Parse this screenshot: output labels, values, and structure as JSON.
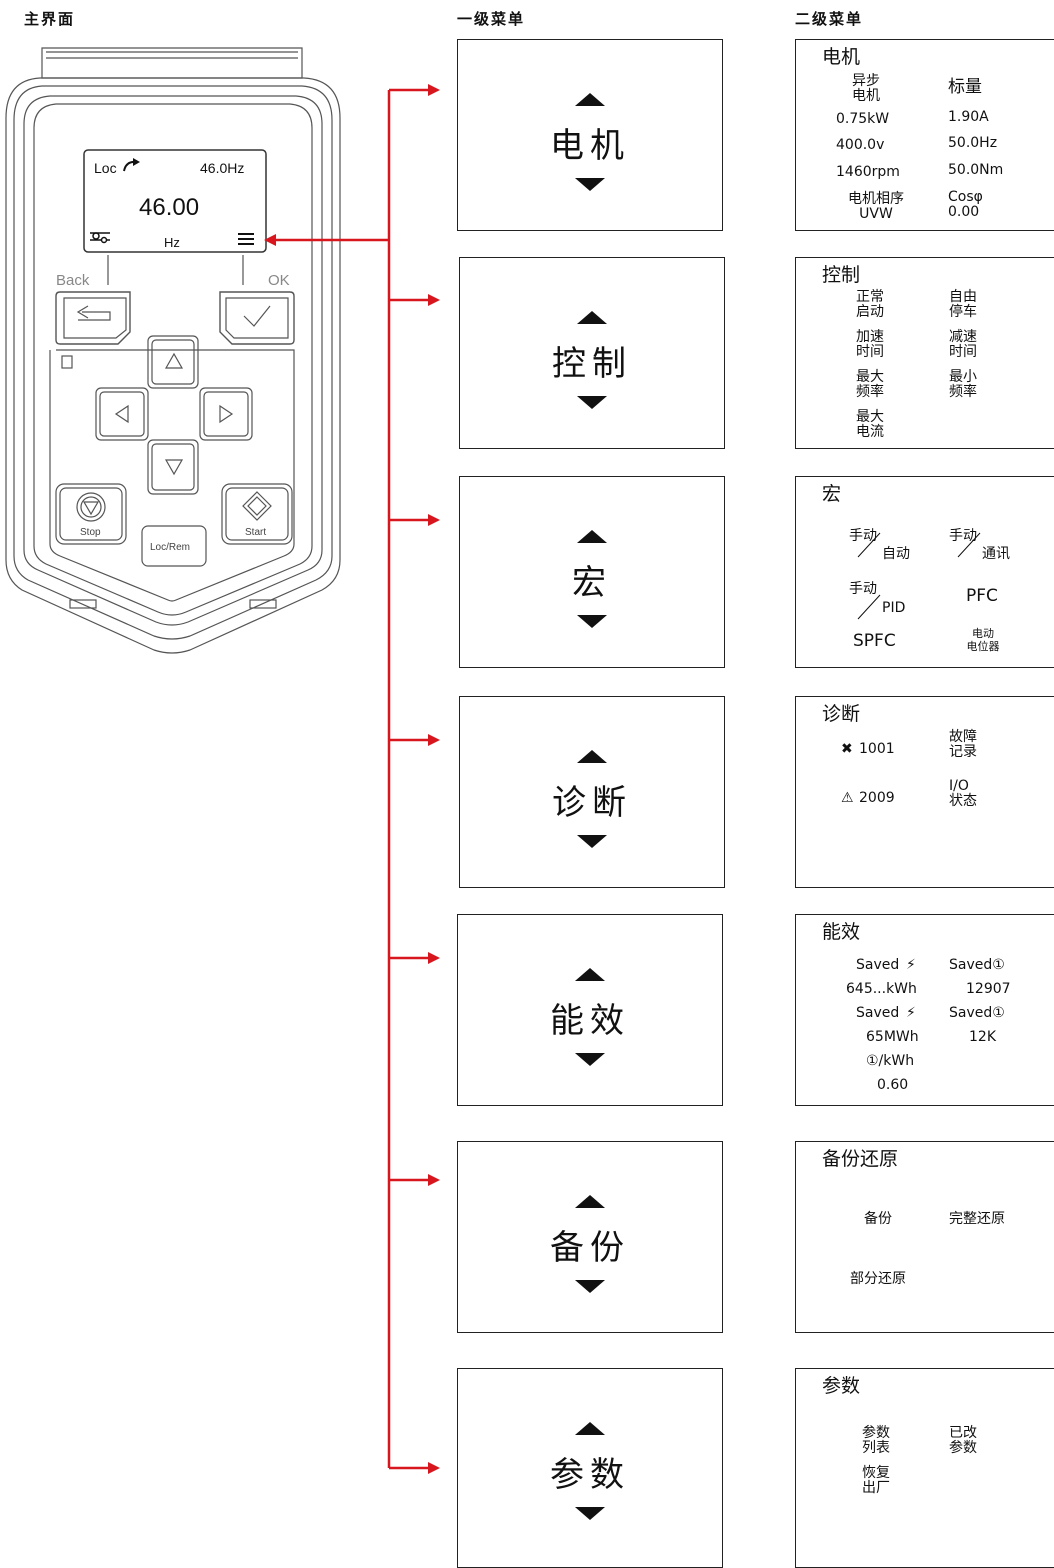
{
  "headers": {
    "main": "主界面",
    "level1": "一级菜单",
    "level2": "二级菜单"
  },
  "panel": {
    "loc": "Loc",
    "freq": "46.0Hz",
    "value": "46.00",
    "unit": "Hz",
    "back": "Back",
    "ok": "OK",
    "stop": "Stop",
    "locrem": "Loc/Rem",
    "start": "Start"
  },
  "level1": [
    {
      "label": "电机"
    },
    {
      "label": "控制"
    },
    {
      "label": "宏"
    },
    {
      "label": "诊断"
    },
    {
      "label": "能效"
    },
    {
      "label": "备份"
    },
    {
      "label": "参数"
    }
  ],
  "level2": {
    "motor": {
      "title": "电机",
      "items": [
        "异步\n电机",
        "标量",
        "0.75kW",
        "1.90A",
        "400.0v",
        "50.0Hz",
        "1460rpm",
        "50.0Nm",
        "电机相序\nUVW",
        "Cosφ\n0.00"
      ]
    },
    "control": {
      "title": "控制",
      "items": [
        "正常\n启动",
        "自由\n停车",
        "加速\n时间",
        "减速\n时间",
        "最大\n频率",
        "最小\n频率",
        "最大\n电流"
      ]
    },
    "macro": {
      "title": "宏",
      "items": [
        "手动",
        "自动",
        "手动",
        "通讯",
        "手动",
        "PID",
        "PFC",
        "SPFC",
        "电动\n电位器"
      ]
    },
    "diag": {
      "title": "诊断",
      "items": [
        "1001",
        "故障\n记录",
        "2009",
        "I/O\n状态"
      ]
    },
    "energy": {
      "title": "能效",
      "items": [
        "Saved",
        "Saved①",
        "645...kWh",
        "12907",
        "Saved",
        "Saved①",
        "65MWh",
        "12K",
        "①/kWh",
        "0.60"
      ]
    },
    "backup": {
      "title": "备份还原",
      "items": [
        "备份",
        "完整还原",
        "部分还原"
      ]
    },
    "params": {
      "title": "参数",
      "items": [
        "参数\n列表",
        "已改\n参数",
        "恢复\n出厂"
      ]
    }
  },
  "colors": {
    "arrow": "#d7161e",
    "panel_line": "#555555"
  }
}
